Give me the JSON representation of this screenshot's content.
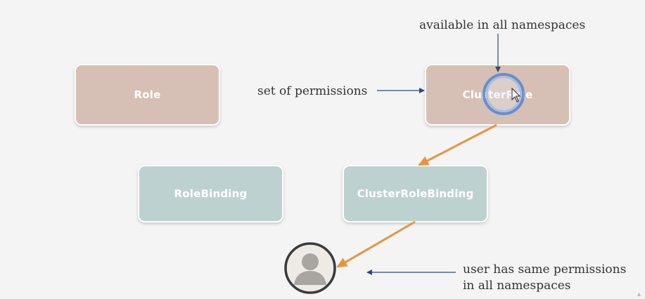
{
  "colors": {
    "role_fill": "#d6bfb4",
    "binding_fill": "#bdd1d1",
    "arrow_orange": "#e8943f",
    "annotation_arrow": "#2b4a7a",
    "cursor_ring": "#4f86d8",
    "background": "#f4f4f4"
  },
  "boxes": {
    "role": "Role",
    "cluster_role": "ClusterRole",
    "role_binding": "RoleBinding",
    "cluster_role_binding": "ClusterRoleBinding"
  },
  "annotations": {
    "namespaces": "available in all namespaces",
    "permissions": "set of permissions",
    "user_line1": "user has same permissions",
    "user_line2": "in all namespaces"
  },
  "icons": {
    "user": "user-avatar-icon",
    "cursor": "mouse-cursor-icon"
  }
}
